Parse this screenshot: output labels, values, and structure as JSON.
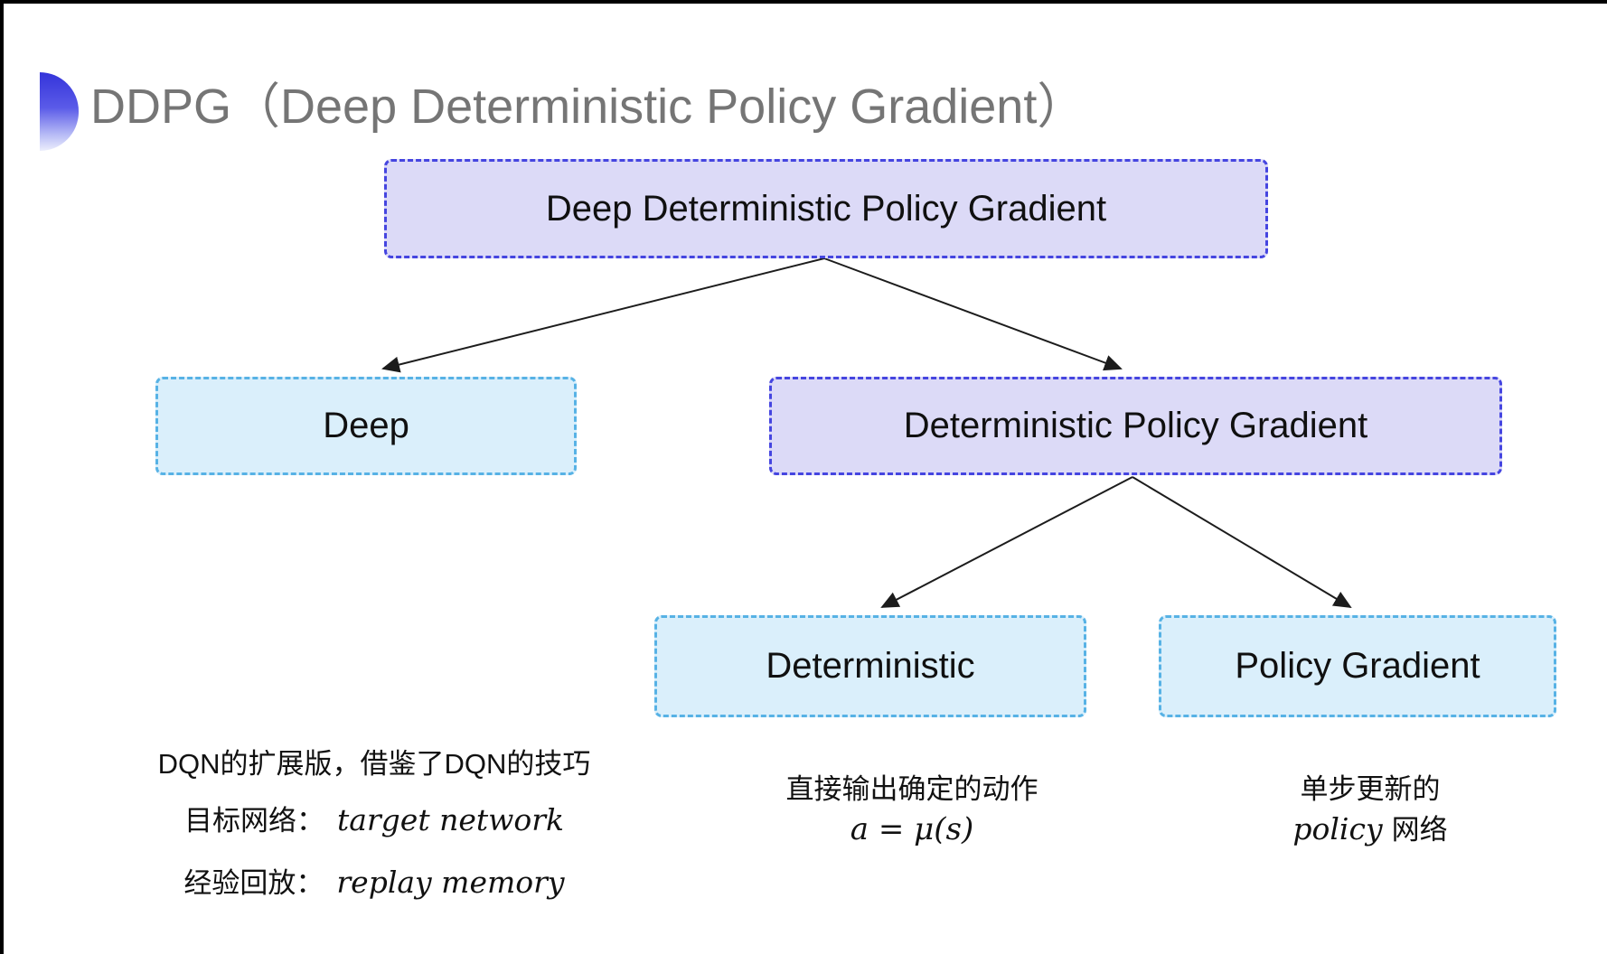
{
  "title": {
    "text": "DDPG（Deep Deterministic Policy Gradient）"
  },
  "tree": {
    "root": {
      "label": "Deep Deterministic Policy Gradient"
    },
    "deep": {
      "label": "Deep"
    },
    "dpg": {
      "label": "Deterministic Policy Gradient"
    },
    "deterministic": {
      "label": "Deterministic"
    },
    "policy_gradient": {
      "label": "Policy Gradient"
    }
  },
  "notes": {
    "deep": {
      "line1": "DQN的扩展版，借鉴了DQN的技巧",
      "line2_label": "目标网络：",
      "line2_value": "target network",
      "line3_label": "经验回放：",
      "line3_value": "replay memory"
    },
    "deterministic": {
      "line1": "直接输出确定的动作",
      "line2": "a = μ(s)"
    },
    "policy_gradient": {
      "line1": "单步更新的",
      "line2_italic": "policy",
      "line2_rest": "网络"
    }
  },
  "colors": {
    "lavender_fill": "#dcdaf7",
    "lavender_border": "#4545e0",
    "cyan_fill": "#daeffb",
    "cyan_border": "#57b2e5",
    "title_gray": "#757575",
    "arrow": "#1c1c1c"
  }
}
